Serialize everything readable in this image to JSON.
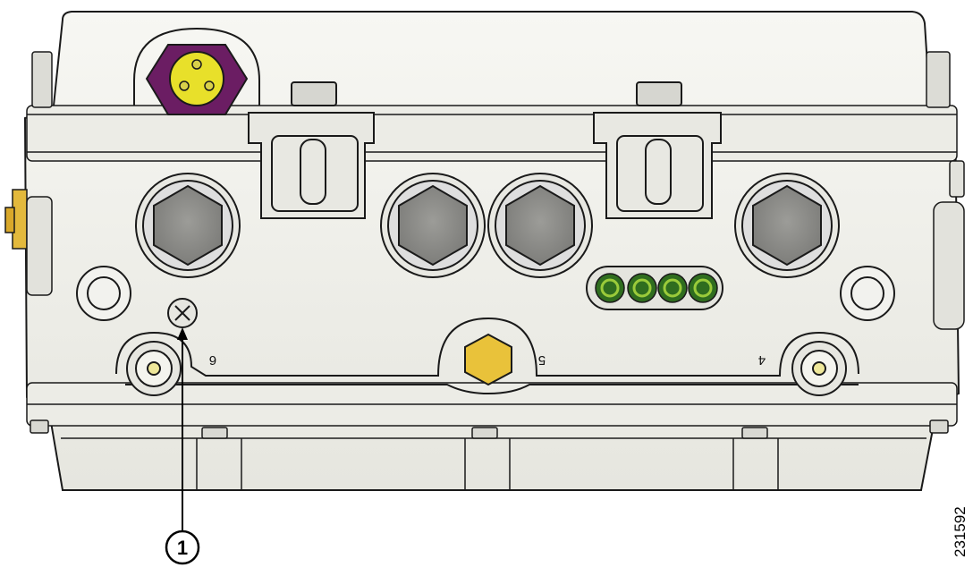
{
  "port_labels": {
    "left": "6",
    "center": "5",
    "right": "4"
  },
  "callout": {
    "number": "1",
    "target": "grounding-screw"
  },
  "figure_id": "231592",
  "colors": {
    "body": "#efefe9",
    "outline": "#1a1a1a",
    "power_connector": "#6b1d63",
    "power_pins": "#e8e02a",
    "vent_plug": "#e9c23a",
    "led_green": "#2f6d1f",
    "led_ring": "#9acb3a"
  },
  "icons": [
    "grounding-screw-icon",
    "led-indicator-icon",
    "hex-plug-icon",
    "n-connector-icon"
  ]
}
